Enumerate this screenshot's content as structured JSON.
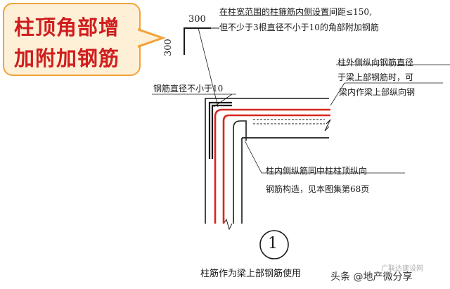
{
  "callout": {
    "line1": "柱顶角部增",
    "line2": "加附加钢筋"
  },
  "dimensions": {
    "horizontal": "300",
    "vertical": "300"
  },
  "notes": {
    "top_line1": "在柱宽范围的柱箍筋内侧设置间距≤150,",
    "top_line2": "但不少于3根直径不小于10的角部附加钢筋",
    "right_line1": "柱外侧纵向钢筋直径",
    "right_line2": "于梁上部钢筋时，可",
    "right_line3": "梁内作梁上部纵向钢",
    "bar_diameter": "钢筋直径不小于10",
    "inner_line1": "柱内侧纵筋同中柱柱顶纵向",
    "inner_line2": "钢筋构造，见本图集第68页",
    "detail_number": "1",
    "caption": "柱筋作为梁上部钢筋使用"
  },
  "watermark": {
    "text": "头条 @地产微分享",
    "faint": "广联达建设网"
  },
  "colors": {
    "rebar_red": "#d7271f",
    "callout_fill": "#fdf0d6",
    "callout_border": "#f2a33a",
    "callout_text": "#d01e1e",
    "line": "#1a1a1a"
  }
}
